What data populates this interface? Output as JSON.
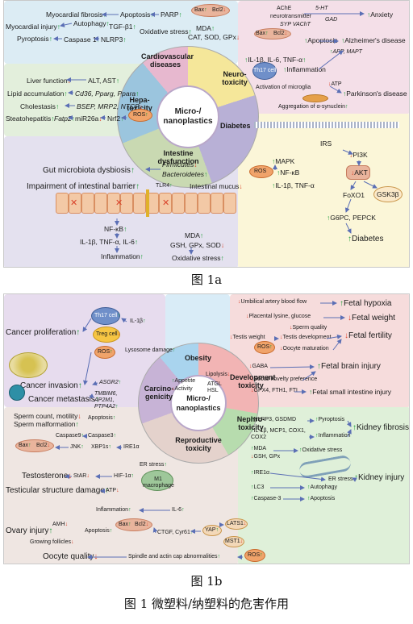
{
  "fig_a": {
    "caption": "图 1a",
    "center": "Micro-/ nanoplastics",
    "categories": {
      "cardio": "Cardiovascular diseases",
      "neuro": "Neuro- toxicity",
      "hepa": "Hepa- toxicity",
      "diabetes": "Diabetes",
      "intestine": "Intestine dysfunction"
    },
    "cardio": {
      "myocardial_fibrosis": "Myocardial fibrosis",
      "apoptosis": "Apoptosis",
      "parp": "PARP",
      "bax": "Bax",
      "bcl2": "Bcl2",
      "myocardial_injury": "Myocardial injury",
      "autophagy": "Autophagy",
      "tgf": "TGF-β1",
      "oxidative_stress": "Oxidative stress",
      "pyroptosis": "Pyroptosis",
      "caspase1": "Caspase 1",
      "nlrp3": "NLRP3",
      "mda": "MDA",
      "cat_sod_gpx": "CAT, SOD, GPx"
    },
    "neuro": {
      "ache": "AChE",
      "ht5": "5-HT",
      "neurotransmitter": "neurotransmitter",
      "gad": "GAD",
      "syp": "SYP",
      "vacht": "VAChT",
      "anxiety": "Anxiety",
      "bax": "Bax",
      "bcl2": "Bcl2",
      "apoptosis": "Apoptosis",
      "alzheimers": "Alzheimer's disease",
      "app_mapt": "APP, MAPT",
      "cytokines": "IL-1β, IL-6, TNF-α",
      "inflammation": "Inflammation",
      "th17": "Th17 cell",
      "microglia": "Activation of microglia",
      "atp": "ATP",
      "parkinsons": "Parkinson's disease",
      "synuclein": "Aggregation of α-synuclein"
    },
    "hepa": {
      "liver_function": "Liver function",
      "alt_ast": "ALT, AST",
      "lipid": "Lipid accumulation",
      "lipid_genes": "Cd36, Pparg, Ppara",
      "cholestasis": "Cholestasis",
      "chol_genes": "BSEP, MRP2, NTCP",
      "steatohepatitis": "Steatohepatitis",
      "fatp2": "Fatp2",
      "mir26a": "miR26a",
      "nrf2": "Nrf2",
      "ros": "ROS"
    },
    "diabetes": {
      "irs": "IRS",
      "pi3k": "PI3K",
      "akt": "AKT",
      "foxo1": "FoXO1",
      "gsk3b": "GSK3β",
      "g6pc": "G6PC, PEPCK",
      "diabetes": "Diabetes",
      "mapk": "MAPK",
      "ros": "ROS",
      "nfkb": "NF-κB",
      "cytokines": "IL-1β, TNF-α"
    },
    "intestine": {
      "dysbiosis": "Gut microbiota dysbiosis",
      "firmicutes": "Firmicutes",
      "bacteroidetes": "Bacteroidetes",
      "barrier": "Impairment of intestinal barrier",
      "tlr4": "TLR4",
      "mucus": "Intestinal mucus",
      "nfkb": "NF-κB",
      "cytokines": "IL-1β, TNF-α, IL-6",
      "inflammation": "Inflammation",
      "mda": "MDA",
      "gsh": "GSH, GPx, SOD",
      "oxidative_stress": "Oxidative stress"
    }
  },
  "fig_b": {
    "caption": "图 1b",
    "center": "Micro-/ nanoplastics",
    "categories": {
      "obesity": "Obesity",
      "carcino": "Carcino- genicity",
      "development": "Development toxicity",
      "nephro": "Nephro- toxicity",
      "reproductive": "Reproductive toxicity"
    },
    "obesity": {
      "appetite": "Appetite",
      "activity": "Activity",
      "lipolysis": "Lipolysis",
      "atgl_hsl": "ATGL HSL"
    },
    "carcino": {
      "th17": "Th17 cell",
      "il1b": "IL-1β",
      "treg": "Treg cell",
      "proliferation": "Cancer proliferation",
      "lysosome": "Lysosome damage",
      "ros": "ROS",
      "invasion": "Cancer invasion",
      "asgr2": "ASGR2",
      "metastasis": "Cancer metastasis",
      "genes": "TMBIM6, AP2M1, PTP4A2"
    },
    "development": {
      "umbilical": "Umbilical artery blood flow",
      "hypoxia": "Fetal hypoxia",
      "placental": "Placental lysine, glucose",
      "weight": "Fetal weight",
      "sperm_quality": "Sperm quality",
      "testis_weight": "Testis weight",
      "testis_dev": "Testis development",
      "fertility": "Fetal fertility",
      "ros": "ROS",
      "oocyte_mat": "Oocyte maturation",
      "gaba": "GABA",
      "brain_injury": "Fetal brain injury",
      "social": "Social novelty preference",
      "gpx4": "GPX4, FTH1, FTL",
      "small_intestine": "Fetal small intestine injury"
    },
    "nephro": {
      "nlrp3": "NLRP3, GSDMD",
      "pyroptosis": "Pyroptosis",
      "fibrosis": "Kidney fibrosis",
      "cytokines": "IL-1β, MCP1, COX1, COX2",
      "inflammation": "Inflammation",
      "mda": "MDA",
      "gsh": "GSH, GPx",
      "oxidative_stress": "Oxidative stress",
      "ire1a": "IRE1α",
      "er_stress": "ER stress",
      "kidney_injury": "Kidney injury",
      "lc3": "LC3",
      "autophagy": "Autophagy",
      "caspase3": "Caspase-3",
      "apoptosis": "Apoptosis"
    },
    "reproductive": {
      "sperm": "Sperm count, motility",
      "malformation": "Sperm malformation",
      "apoptosis": "Apoptosis",
      "caspase9": "Caspase9",
      "caspase3": "Caspase3",
      "bax": "Bax",
      "bcl2": "Bcl2",
      "jnk": "JNK",
      "xbp1s": "XBP1s",
      "ire1a": "IRE1α",
      "er_stress": "ER stress",
      "testosterone": "Testosterone",
      "star": "StAR",
      "hif1a": "HIF-1α",
      "m1": "M1 macrophage",
      "testicular": "Testicular structure damage",
      "atp": "ATP",
      "inflammation": "Inflammation",
      "il6": "IL-6",
      "amh": "AMH",
      "ovary": "Ovary injury",
      "apoptosis2": "Apoptosis",
      "bax2": "Bax",
      "bcl22": "Bcl2",
      "ctgf": "CTGF, Cyr61",
      "yap": "YAP",
      "lats": "LATS1",
      "mst1": "MST1",
      "follicles": "Growing follicles",
      "oocyte_quality": "Oocyte quality",
      "spindle": "Spindle and actin cap abnormalities",
      "ros": "ROS"
    }
  },
  "figure_caption": "图 1  微塑料/纳塑料的危害作用",
  "colors": {
    "cardio": "#dcecf4",
    "neuro": "#f4dfe8",
    "hepa": "#e3efdc",
    "diabetes": "#fbf6d8",
    "intestine": "#e4e1ef",
    "carcino": "#e7dcee",
    "obesity": "#d9ecf7",
    "development": "#f6dcdc",
    "nephro": "#dff0d9",
    "reproductive": "#efe6e2",
    "up": "#1f9d3a",
    "down": "#d9432b"
  }
}
